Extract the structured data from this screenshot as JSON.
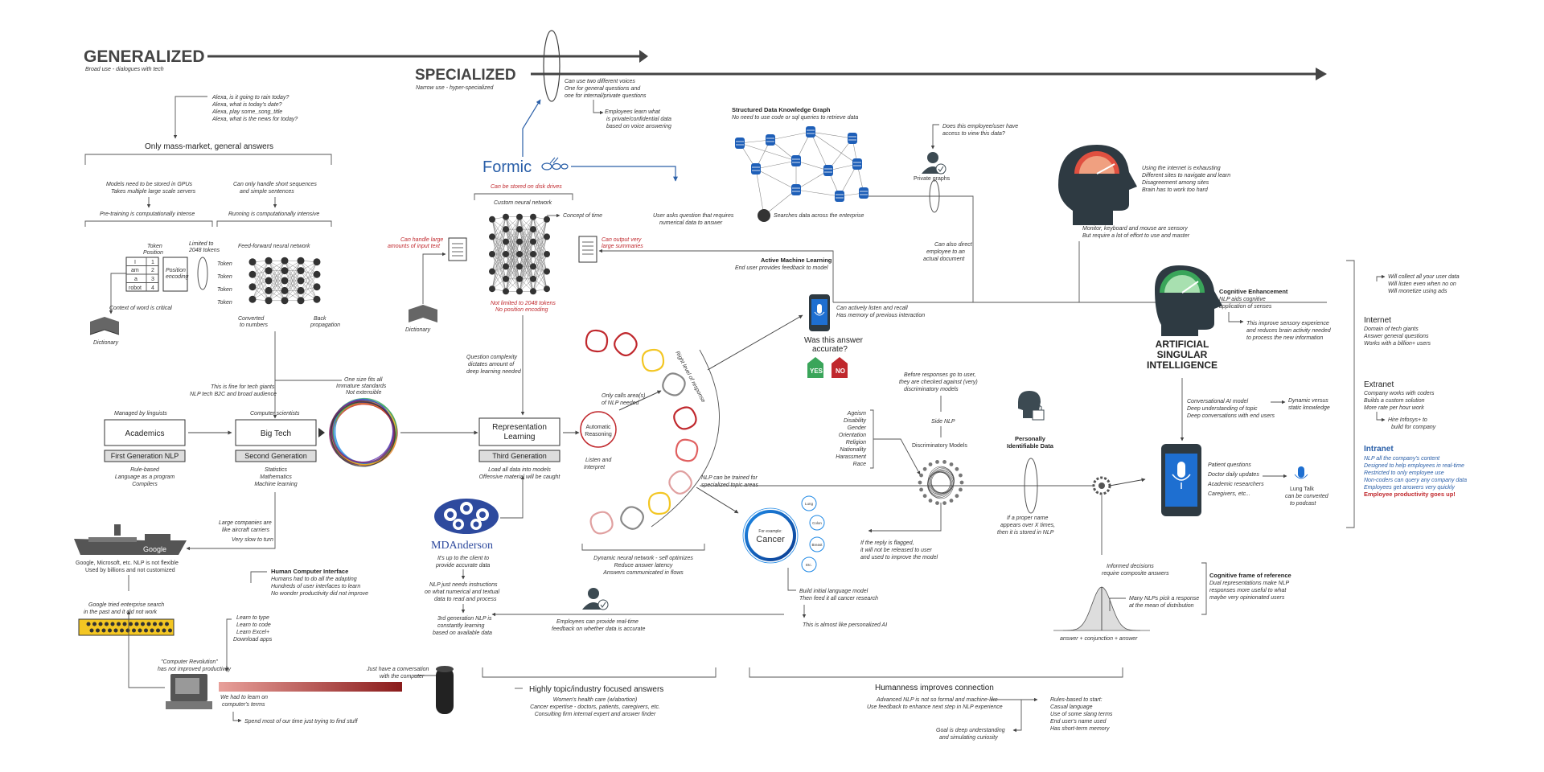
{
  "header": {
    "generalized": "GENERALIZED",
    "generalized_sub": "Broad use - dialogues with tech",
    "specialized": "SPECIALIZED",
    "specialized_sub": "Narrow use - hyper-specialized"
  },
  "alexa": [
    "Alexa, is it going to rain today?",
    "Alexa, what is today's date?",
    "Alexa, play some_song_title",
    "Alexa, what is the news for today?"
  ],
  "mass_market": "Only mass-market, general answers",
  "models_gpu": [
    "Models need to be stored in GPUs",
    "Takes multiple large scale servers"
  ],
  "short_seq": [
    "Can only handle short sequences",
    "and simple sentences"
  ],
  "pretraining": "Pre-training is computationally intense",
  "running": "Running is computationally intensive",
  "token_table": {
    "header": [
      "Token",
      "Position"
    ],
    "rows": [
      [
        "I",
        "1"
      ],
      [
        "am",
        "2"
      ],
      [
        "a",
        "3"
      ],
      [
        "robot",
        "4"
      ]
    ],
    "limited": [
      "Limited to",
      "2048 tokens"
    ],
    "position_encoding": [
      "Position",
      "encoding"
    ]
  },
  "ffnn": "Feed-forward neural network",
  "token_label": "Token",
  "converted": [
    "Converted",
    "to numbers"
  ],
  "back_prop": [
    "Back",
    "propagation"
  ],
  "context": "Context of word is critical",
  "dictionary": "Dictionary",
  "fine_for": [
    "This is fine for tech giants",
    "NLP tech B2C and broad audience"
  ],
  "one_size": [
    "One size fits all",
    "Immature standards",
    "Not extensible"
  ],
  "generations": {
    "managed": "Managed by linguists",
    "academics": "Academics",
    "first_gen": "First Generation NLP",
    "first_desc": [
      "Rule-based",
      "Language as a program",
      "Compilers"
    ],
    "computer_scientists": "Computer scientists",
    "big_tech": "Big Tech",
    "second_gen": "Second Generation",
    "second_desc": [
      "Statistics",
      "Mathematics",
      "Machine learning"
    ],
    "rep_learning": [
      "Representation",
      "Learning"
    ],
    "third_gen": "Third Generation",
    "third_desc": [
      "Load all data into models",
      "Offensive material will be caught"
    ]
  },
  "large_companies": [
    "Large companies are",
    "like aircraft carriers"
  ],
  "slow": "Very slow to turn",
  "google_ship": "Google",
  "google_note": [
    "Google, Microsoft, etc. NLP is not flexible",
    "Used by billions and not customized"
  ],
  "google_tried": [
    "Google tried enterprise search",
    "in the past and it did not work"
  ],
  "hci_title": "Human Computer Interface",
  "hci": [
    "Humans had to do all the adapting",
    "Hundreds of user interfaces to learn",
    "No wonder productivity did not improve"
  ],
  "learn": [
    "Learn to type",
    "Learn to code",
    "Learn Excel+",
    "Download apps"
  ],
  "comp_rev": [
    "\"Computer Revolution\"",
    "has not improved productivity"
  ],
  "learned": [
    "We had to learn on",
    "computer's terms"
  ],
  "spend": "Spend most of our time just trying to find stuff",
  "conversation": [
    "Just have a conversation",
    "with the computer"
  ],
  "voices": [
    "Can use two different voices",
    "One for general questions and",
    "one for internal/private questions"
  ],
  "employees_learn": [
    "Employees learn what",
    "is private/confidential data",
    "based on voice answering"
  ],
  "formic": {
    "name": "Formic",
    "disk": "Can be stored on disk drives",
    "custom_nn": "Custom neural network",
    "concept_time": "Concept of time",
    "large_input": [
      "Can handle large",
      "amounts of input text"
    ],
    "large_summ": [
      "Can output very",
      "large summaries"
    ],
    "not_limited": [
      "Not limited to 2048 tokens",
      "No position encoding"
    ]
  },
  "knowledge_graph": {
    "title": "Structured Data Knowledge Graph",
    "sub": "No need to use code or sql queries to retrieve data",
    "searches": "Searches data across the enterprise",
    "private_q": [
      "Does this employee/user have",
      "access to view this data?"
    ],
    "private_graphs": "Private graphs"
  },
  "user_asks": [
    "User asks question that requires",
    "numerical data to answer"
  ],
  "direct": [
    "Can also direct",
    "employee to an",
    "actual document"
  ],
  "aml": {
    "title": "Active Machine Learning",
    "sub": "End user provides feedback to model"
  },
  "listen": [
    "Can actively listen and recall",
    "Has memory of previous interaction"
  ],
  "accurate": [
    "Was this answer",
    "accurate?"
  ],
  "yes": "YES",
  "no": "NO",
  "question_complexity": [
    "Question complexity",
    "dictates amount of",
    "deep learning needed"
  ],
  "only_calls": [
    "Only calls area(s)",
    "of NLP needed"
  ],
  "auto_reasoning": [
    "Automatic",
    "Reasoning"
  ],
  "listen_interpret": [
    "Listen and",
    "Interpret"
  ],
  "right_level": "Right level of response",
  "dynamic_nn": [
    "Dynamic neural network - self optimizes",
    "Reduce answer latency",
    "Answers communicated in flows"
  ],
  "trained": [
    "NLP can be trained for",
    "specialized topic areas"
  ],
  "cancer": {
    "title": "For example:",
    "name": "Cancer",
    "satellites": [
      "Lung",
      "Colon",
      "Breast",
      "Etc."
    ]
  },
  "build_nlp": [
    "Build initial language model",
    "Then feed it all cancer research"
  ],
  "personalized": "This is almost like personalized AI",
  "md_anderson": "MDAnderson",
  "client": [
    "It's up to the client to",
    "provide accurate data"
  ],
  "nlp_instr": [
    "NLP just needs instructions",
    "on what numerical and textual",
    "data to read and process"
  ],
  "third_gen_nlp": [
    "3rd generation NLP is",
    "constantly learning",
    "based on available data"
  ],
  "feedback": [
    "Employees can provide real-time",
    "feedback on whether data is accurate"
  ],
  "topic_focused": "Highly topic/industry focused answers",
  "topic_list": [
    "Women's health care (w/abortion)",
    "Cancer expertise - doctors, patients, caregivers, etc.",
    "Consulting firm internal expert and answer finder"
  ],
  "humanness": "Humanness improves connection",
  "advanced_nlp": [
    "Advanced NLP is not so formal and machine-like",
    "Use feedback to enhance next step in NLP experience"
  ],
  "goal": [
    "Goal is deep understanding",
    "and simulating curiosity"
  ],
  "rules_based": [
    "Rules-based to start:",
    "Casual language",
    "Use of some slang terms",
    "End user's name used",
    "Has short-term memory"
  ],
  "bias": [
    "Ageism",
    "Disability",
    "Gender",
    "Orientation",
    "Religion",
    "Nationality",
    "Harassment",
    "Race"
  ],
  "before_resp": [
    "Before responses go to user,",
    "they are checked against (very)",
    "discriminatory models"
  ],
  "side_nlp": "Side NLP",
  "disc_models": "Discriminatory Models",
  "flagged": [
    "If the reply is flagged,",
    "it will not be released to user",
    "and used to improve the model"
  ],
  "pid": [
    "Personally",
    "Identifiable Data"
  ],
  "proper_name": [
    "If a proper name",
    "appears over X times,",
    "then it is stored in NLP"
  ],
  "internet_exh": [
    "Using the internet is exhausting",
    "Different sites to navigate and learn",
    "Disagreement among sites",
    "Brain has to work too hard"
  ],
  "monitor": [
    "Monitor, keyboard and mouse are sensory",
    "But require a lot of effort to use and master"
  ],
  "cog_enh": {
    "title": "Cognitive Enhancement",
    "sub": [
      "NLP aids cognitive",
      "application of senses"
    ]
  },
  "improve_sensory": [
    "This improve sensory experience",
    "and reduces brain activity needed",
    "to process the new information"
  ],
  "asi": [
    "ARTIFICIAL",
    "SINGULAR",
    "INTELLIGENCE"
  ],
  "conv_ai": [
    "Conversational AI model",
    "Deep understanding of topic",
    "Deep conversations with end users"
  ],
  "dynamic_static": [
    "Dynamic versus",
    "static knowledge"
  ],
  "phone_list": [
    "Patient questions",
    "Doctor daily updates",
    "Academic researchers",
    "Caregivers, etc..."
  ],
  "lung_talk": [
    "Lung Talk",
    "can be converted",
    "to podcast"
  ],
  "informed": [
    "Informed decisions",
    "require composite answers"
  ],
  "many_nlps": [
    "Many NLPs pick a response",
    "at the mean of distribution"
  ],
  "answer_eq": "answer + conjunction + answer",
  "cog_frame": {
    "title": "Cognitive frame of reference",
    "sub": [
      "Dual representations make NLP",
      "responses more useful to what",
      "maybe very opinionated users"
    ]
  },
  "will_collect": [
    "Will collect all your user data",
    "Will listen even when no on",
    "Will monetize using ads"
  ],
  "internet": {
    "title": "Internet",
    "items": [
      "Domain of tech giants",
      "Answer general questions",
      "Works with a billion+ users"
    ]
  },
  "extranet": {
    "title": "Extranet",
    "items": [
      "Company works with coders",
      "Builds a custom solution",
      "More rate per hour work"
    ]
  },
  "hire": [
    "Hire Infosys+ to",
    "build for company"
  ],
  "intranet": {
    "title": "Intranet",
    "items": [
      "NLP all the company's content",
      "Designed to help employees in real-time",
      "Restricted to only employee use",
      "Non-coders can query any company data",
      "Employees get answers very quickly"
    ],
    "last": "Employee productivity goes up!"
  },
  "colors": {
    "red": "#c0282d",
    "blue": "#2a5fa8",
    "green": "#3aa55a",
    "dark": "#3c4a52"
  }
}
